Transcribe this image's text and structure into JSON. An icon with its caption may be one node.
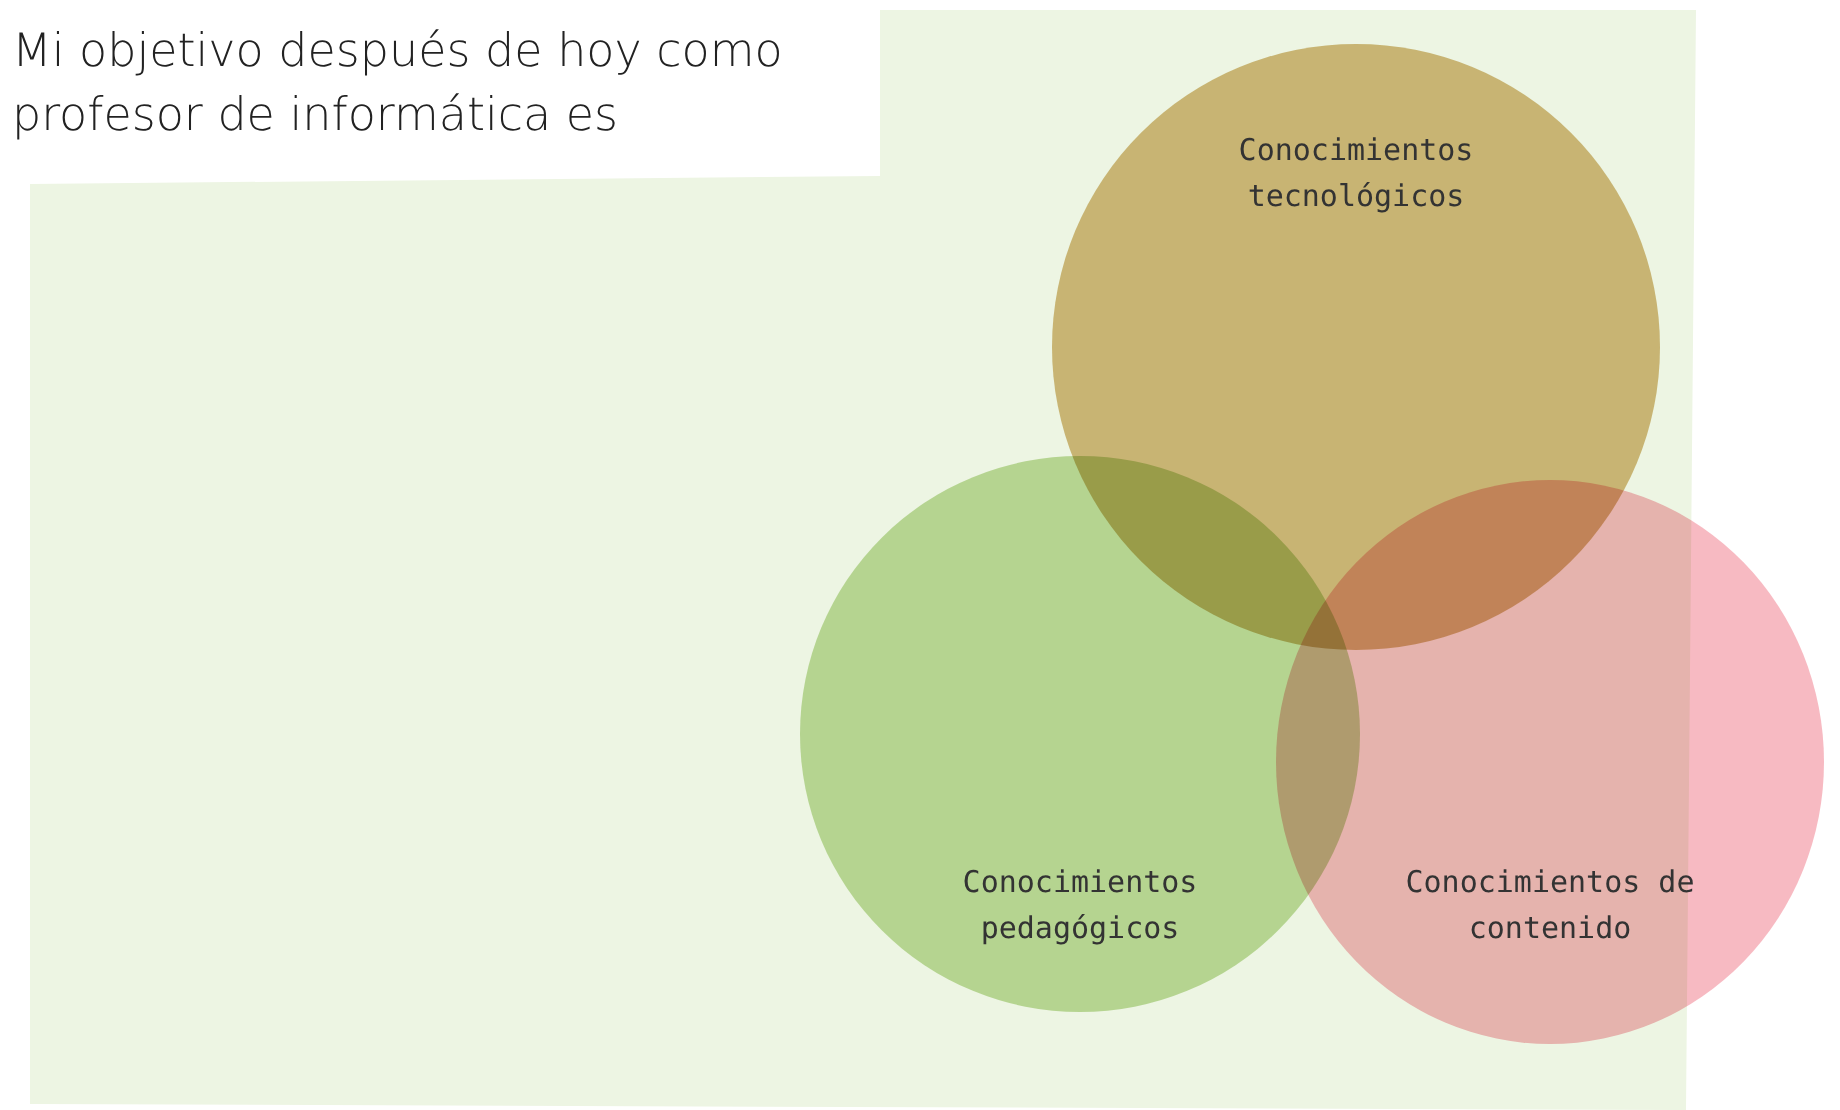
{
  "diagram": {
    "title": "Mi objetivo después de hoy como profesor de informática es",
    "nodes": [
      {
        "text": [
          "Conocimientos tecnológicos"
        ]
      },
      {
        "text": [
          "Conocimientos pedagógicos"
        ]
      },
      {
        "text": [
          "Conocimientos de contenido"
        ]
      }
    ]
  }
}
